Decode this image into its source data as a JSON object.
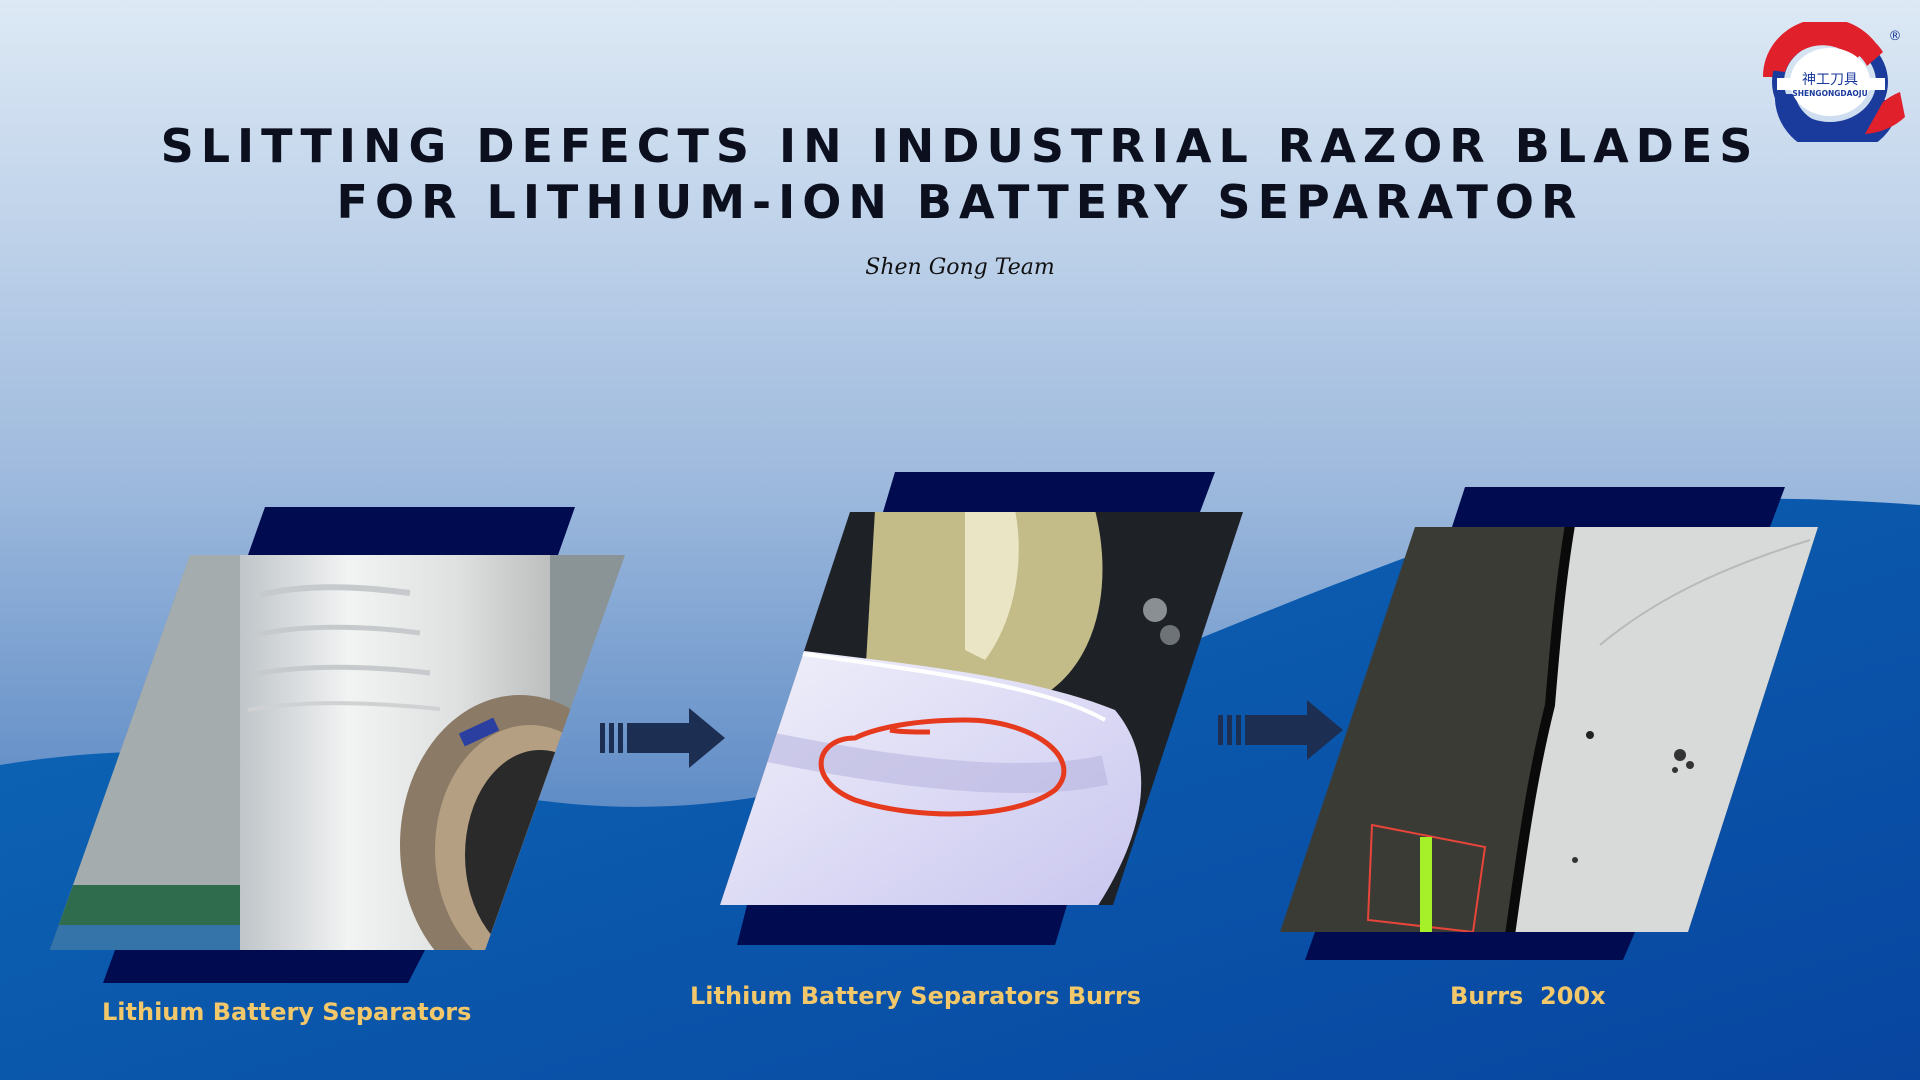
{
  "slide": {
    "title_line1": "SLITTING DEFECTS IN INDUSTRIAL RAZOR BLADES",
    "title_line2": "FOR LITHIUM-ION BATTERY SEPARATOR",
    "subtitle": "Shen Gong Team"
  },
  "logo": {
    "chinese_text": "神工刀具",
    "english_text": "SHENGONGDAOJU",
    "registered_mark": "®",
    "colors": {
      "red": "#e0202a",
      "blue": "#1a3a9c"
    }
  },
  "panels": [
    {
      "caption": "Lithium Battery Separators",
      "image": "separator-roll-photo"
    },
    {
      "caption": "Lithium Battery Separators Burrs",
      "image": "burr-edge-photo"
    },
    {
      "caption": "Burrs  200x",
      "image": "microscope-200x-photo"
    }
  ],
  "colors": {
    "background_top": "#dde9f5",
    "background_mid": "#8fb0d8",
    "wave_blue": "#0a55a5",
    "frame_navy": "#000b50",
    "caption_gold": "#f2c86a",
    "arrow_navy": "#1c2f52",
    "annotation_red": "#e63a1e",
    "highlight_green": "#a6f02a"
  }
}
